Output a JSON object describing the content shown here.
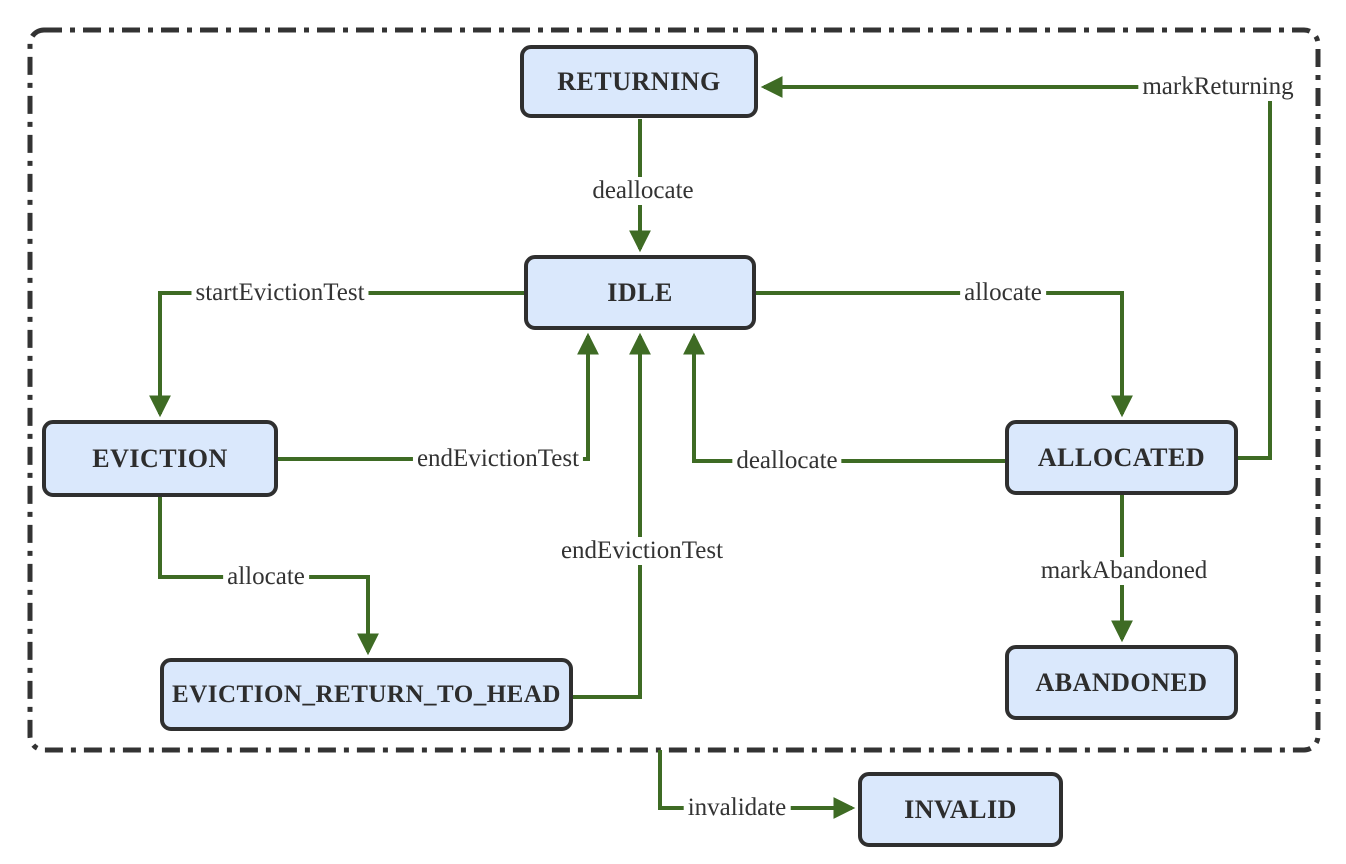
{
  "diagram_type": "state-machine",
  "colors": {
    "node_fill": "#dae8fc",
    "node_border": "#2f2f2f",
    "edge_stroke": "#3e6b24",
    "container_border": "#333333",
    "label_text": "#333333"
  },
  "container": {
    "style": "dash-dot-border"
  },
  "nodes": {
    "returning": {
      "label": "RETURNING"
    },
    "idle": {
      "label": "IDLE"
    },
    "eviction": {
      "label": "EVICTION"
    },
    "allocated": {
      "label": "ALLOCATED"
    },
    "eviction_return_to_head": {
      "label": "EVICTION_RETURN_TO_HEAD"
    },
    "abandoned": {
      "label": "ABANDONED"
    },
    "invalid": {
      "label": "INVALID"
    }
  },
  "edges": [
    {
      "from": "RETURNING",
      "to": "IDLE",
      "label": "deallocate"
    },
    {
      "from": "ALLOCATED",
      "to": "RETURNING",
      "label": "markReturning"
    },
    {
      "from": "IDLE",
      "to": "ALLOCATED",
      "label": "allocate"
    },
    {
      "from": "IDLE",
      "to": "EVICTION",
      "label": "startEvictionTest"
    },
    {
      "from": "EVICTION",
      "to": "IDLE",
      "label": "endEvictionTest"
    },
    {
      "from": "ALLOCATED",
      "to": "IDLE",
      "label": "deallocate"
    },
    {
      "from": "EVICTION",
      "to": "EVICTION_RETURN_TO_HEAD",
      "label": "allocate"
    },
    {
      "from": "EVICTION_RETURN_TO_HEAD",
      "to": "IDLE",
      "label": "endEvictionTest"
    },
    {
      "from": "ALLOCATED",
      "to": "ABANDONED",
      "label": "markAbandoned"
    },
    {
      "from": "pool-boundary",
      "to": "INVALID",
      "label": "invalidate"
    }
  ]
}
